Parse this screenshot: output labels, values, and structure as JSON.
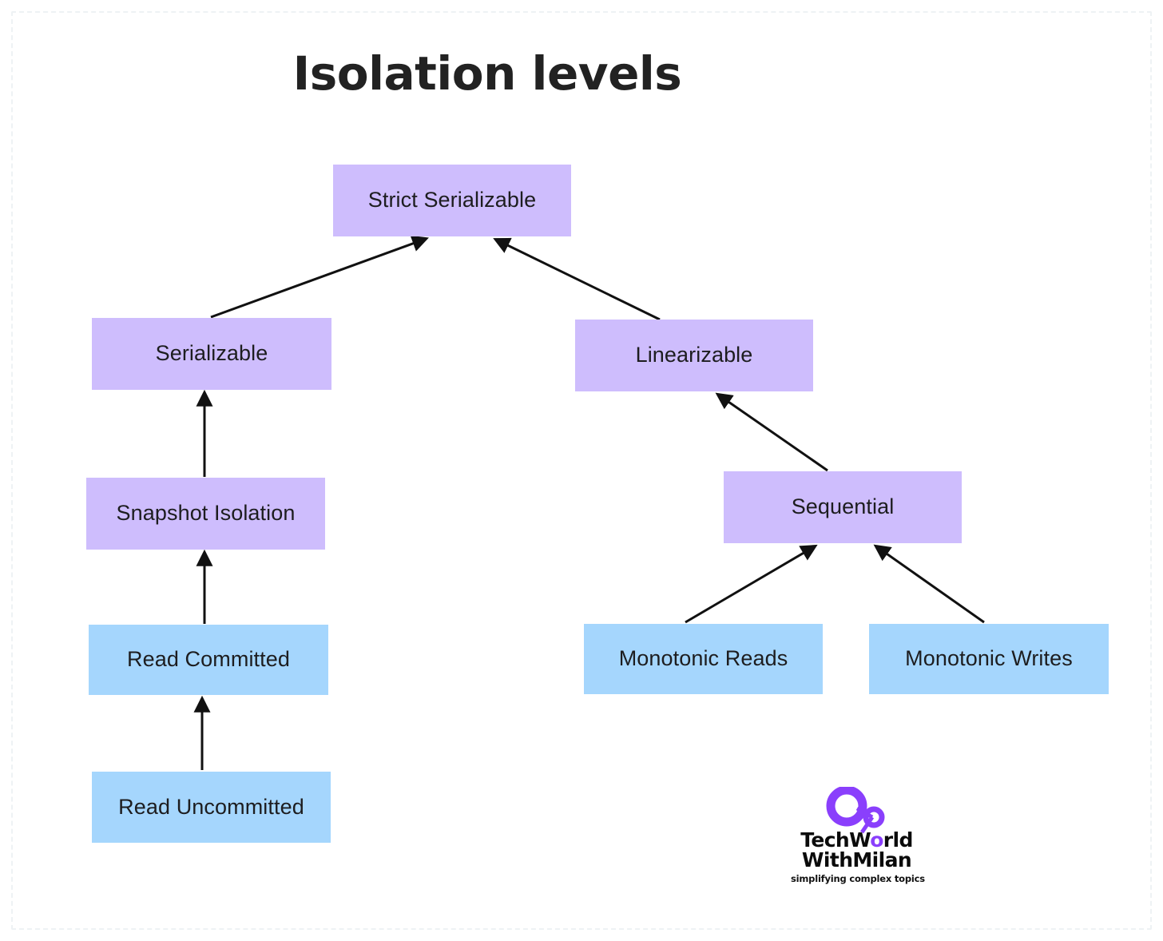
{
  "page": {
    "title": "Isolation levels",
    "background": "#ffffff",
    "title_color": "#222222"
  },
  "palette": {
    "purple_box": "#cebdfd",
    "blue_box": "#a5d6fd",
    "edge": "#111111",
    "text": "#1d1d1f",
    "logo_accent": "#8a3ffc"
  },
  "diagram": {
    "type": "hierarchy",
    "nodes": [
      {
        "id": "strict-serializable",
        "label": "Strict Serializable",
        "color": "purple"
      },
      {
        "id": "serializable",
        "label": "Serializable",
        "color": "purple"
      },
      {
        "id": "linearizable",
        "label": "Linearizable",
        "color": "purple"
      },
      {
        "id": "snapshot-isolation",
        "label": "Snapshot Isolation",
        "color": "purple"
      },
      {
        "id": "sequential",
        "label": "Sequential",
        "color": "purple"
      },
      {
        "id": "read-committed",
        "label": "Read Committed",
        "color": "blue"
      },
      {
        "id": "monotonic-reads",
        "label": "Monotonic Reads",
        "color": "blue"
      },
      {
        "id": "monotonic-writes",
        "label": "Monotonic Writes",
        "color": "blue"
      },
      {
        "id": "read-uncommitted",
        "label": "Read Uncommitted",
        "color": "blue"
      }
    ],
    "edges": [
      {
        "from": "serializable",
        "to": "strict-serializable"
      },
      {
        "from": "linearizable",
        "to": "strict-serializable"
      },
      {
        "from": "snapshot-isolation",
        "to": "serializable"
      },
      {
        "from": "read-committed",
        "to": "snapshot-isolation"
      },
      {
        "from": "read-uncommitted",
        "to": "read-committed"
      },
      {
        "from": "sequential",
        "to": "linearizable"
      },
      {
        "from": "monotonic-reads",
        "to": "sequential"
      },
      {
        "from": "monotonic-writes",
        "to": "sequential"
      }
    ]
  },
  "logo": {
    "line1_pre": "TechW",
    "line1_hole": "o",
    "line1_post": "rld",
    "line2": "WithMilan",
    "tagline": "simplifying complex topics"
  }
}
